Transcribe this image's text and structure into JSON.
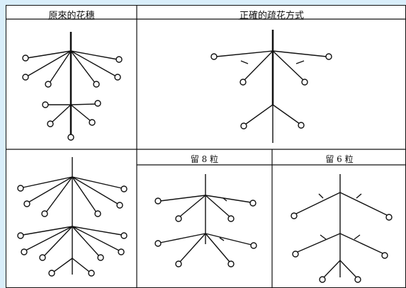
{
  "headers": {
    "original": "原來的花穗",
    "correct": "正確的疏花方式"
  },
  "sublabels": {
    "keep8": "留 8 粒",
    "keep6": "留 6 粒"
  },
  "colors": {
    "background": "#d9eefa",
    "line": "#111111"
  }
}
